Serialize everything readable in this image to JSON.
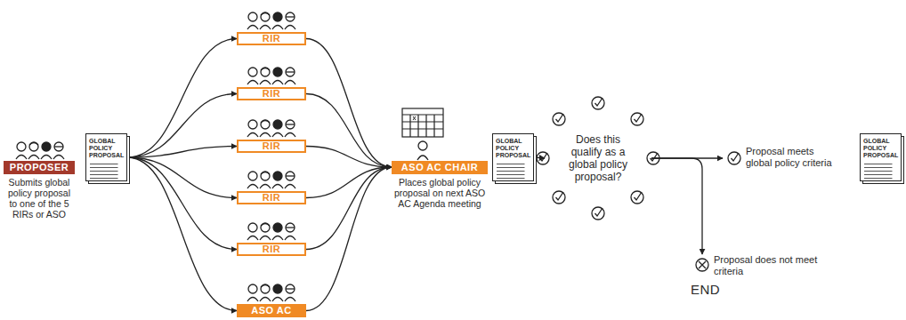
{
  "diagram": {
    "nodes": [
      {
        "text": [
          "PROPOSER",
          "Submits global policy proposal to one of the 5 RIRs or ASO"
        ]
      },
      {
        "text": [
          "GLOBAL POLICY PROPOSAL"
        ]
      },
      {
        "text": [
          "RIR"
        ]
      },
      {
        "text": [
          "RIR"
        ]
      },
      {
        "text": [
          "RIR"
        ]
      },
      {
        "text": [
          "RIR"
        ]
      },
      {
        "text": [
          "RIR"
        ]
      },
      {
        "text": [
          "ASO AC"
        ]
      },
      {
        "text": [
          "ASO AC CHAIR",
          "Places global policy proposal on next ASO AC Agenda meeting"
        ]
      },
      {
        "text": [
          "GLOBAL POLICY PROPOSAL"
        ]
      },
      {
        "text": [
          "Does this qualify as a global policy proposal?"
        ]
      },
      {
        "text": [
          "Proposal meets global policy criteria"
        ]
      },
      {
        "text": [
          "GLOBAL POLICY PROPOSAL"
        ]
      },
      {
        "text": [
          "Proposal does not meet criteria",
          "END"
        ]
      }
    ],
    "edges": [
      {
        "from": 1,
        "to": 2,
        "arrow": "to"
      },
      {
        "from": 1,
        "to": 3,
        "arrow": "to"
      },
      {
        "from": 1,
        "to": 4,
        "arrow": "to"
      },
      {
        "from": 1,
        "to": 5,
        "arrow": "to"
      },
      {
        "from": 1,
        "to": 6,
        "arrow": "to"
      },
      {
        "from": 1,
        "to": 7,
        "arrow": "to"
      },
      {
        "from": 2,
        "to": 8,
        "arrow": "to"
      },
      {
        "from": 3,
        "to": 8,
        "arrow": "to"
      },
      {
        "from": 4,
        "to": 8,
        "arrow": "to"
      },
      {
        "from": 5,
        "to": 8,
        "arrow": "to"
      },
      {
        "from": 6,
        "to": 8,
        "arrow": "to"
      },
      {
        "from": 7,
        "to": 8,
        "arrow": "to"
      },
      {
        "from": 9,
        "to": 10,
        "arrow": "to"
      },
      {
        "from": 10,
        "to": 11,
        "arrow": "to"
      },
      {
        "from": 10,
        "to": 13,
        "arrow": "to"
      }
    ]
  }
}
